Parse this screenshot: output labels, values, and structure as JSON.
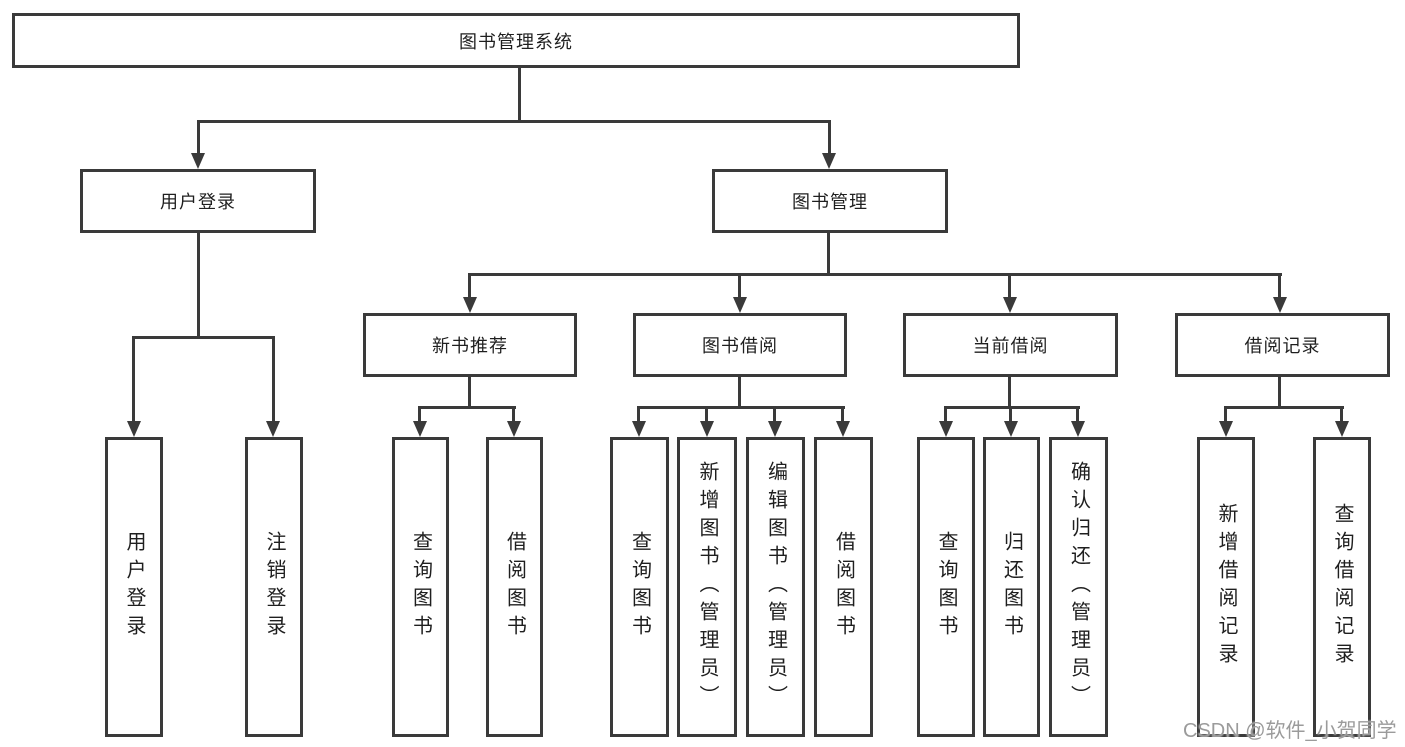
{
  "diagram": {
    "root": {
      "label": "图书管理系统"
    },
    "level2": [
      {
        "id": "user-login",
        "label": "用户登录"
      },
      {
        "id": "book-management",
        "label": "图书管理"
      }
    ],
    "level3": [
      {
        "id": "new-book-recommend",
        "label": "新书推荐"
      },
      {
        "id": "book-borrow",
        "label": "图书借阅"
      },
      {
        "id": "current-borrow",
        "label": "当前借阅"
      },
      {
        "id": "borrow-record",
        "label": "借阅记录"
      }
    ],
    "leaves": [
      {
        "parent": "user-login",
        "label": "用户登录"
      },
      {
        "parent": "user-login",
        "label": "注销登录"
      },
      {
        "parent": "new-book-recommend",
        "label": "查询图书"
      },
      {
        "parent": "new-book-recommend",
        "label": "借阅图书"
      },
      {
        "parent": "book-borrow",
        "label": "查询图书"
      },
      {
        "parent": "book-borrow",
        "label": "新增图书（管理员）"
      },
      {
        "parent": "book-borrow",
        "label": "编辑图书（管理员）"
      },
      {
        "parent": "book-borrow",
        "label": "借阅图书"
      },
      {
        "parent": "current-borrow",
        "label": "查询图书"
      },
      {
        "parent": "current-borrow",
        "label": "归还图书"
      },
      {
        "parent": "current-borrow",
        "label": "确认归还（管理员）"
      },
      {
        "parent": "borrow-record",
        "label": "新增借阅记录"
      },
      {
        "parent": "borrow-record",
        "label": "查询借阅记录"
      }
    ]
  },
  "watermark": {
    "text": "CSDN @软件_小贺同学"
  },
  "colors": {
    "line": "#3a3a3a",
    "background": "#ffffff",
    "text": "#1f1f1f",
    "watermark": "#9b9b9b"
  }
}
